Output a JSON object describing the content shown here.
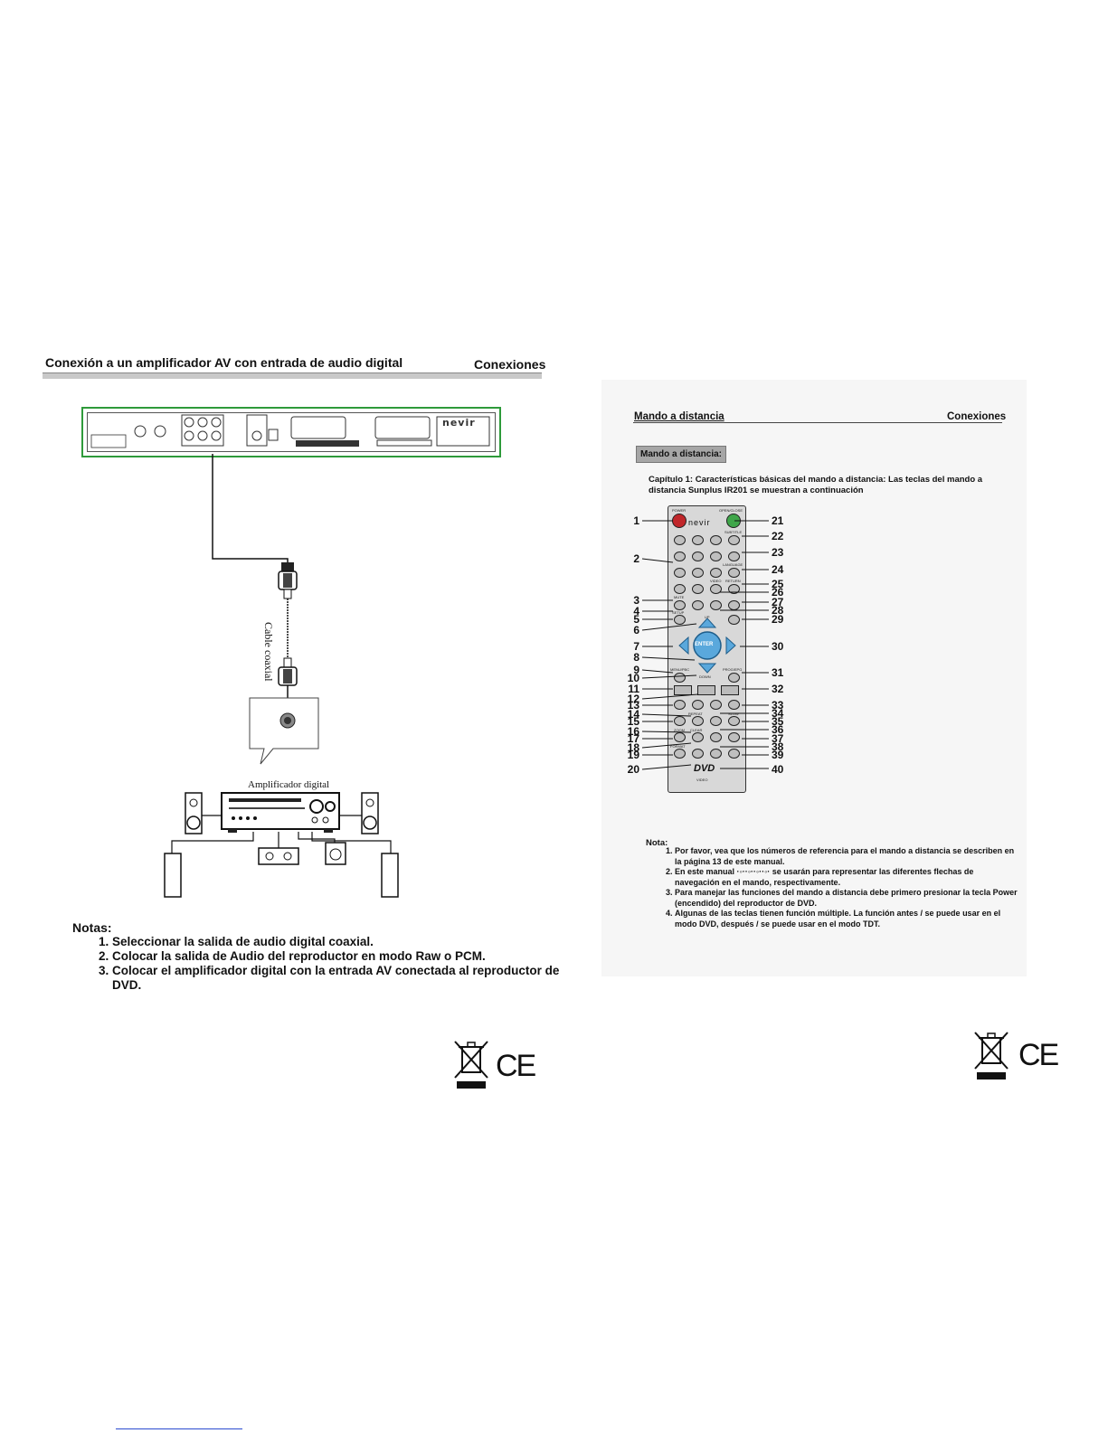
{
  "left_page": {
    "title": "Conexión a un amplificador AV con entrada de audio digital",
    "section": "Conexiones",
    "diagram": {
      "cable_label": "Cable coaxial",
      "amplifier_label": "Amplificador digital",
      "device_brand": "nevir"
    },
    "notes_title": "Notas:",
    "notes": [
      "Seleccionar la salida de audio digital coaxial.",
      "Colocar la salida de Audio del reproductor en modo Raw o PCM.",
      "Colocar el amplificador digital con la entrada AV conectada al reproductor de DVD."
    ],
    "ce_mark": "CE"
  },
  "right_page": {
    "title": "Mando a distancia",
    "section": "Conexiones",
    "badge": "Mando a distancia:",
    "chapter": "Capítulo 1: Características básicas del mando a distancia: Las teclas del mando a distancia Sunplus IR201 se muestran a continuación",
    "remote": {
      "brand": "nevir",
      "enter_label": "ENTER",
      "button_labels": {
        "power": "POWER",
        "open_close": "OPEN/CLOSE",
        "subtitle": "SUBTITLE",
        "language": "LANGUAGE",
        "return": "RETURN",
        "video": "VIDEO",
        "mute": "MUTE",
        "setup": "SETUP",
        "up": "UP",
        "menu_pbc": "MENU/PBC",
        "down": "DOWN",
        "prog": "PROG/EPG",
        "repeat": "REPEAT",
        "zoom": "ZOOM",
        "clear": "CLEAR",
        "slow": "SLOW",
        "format": "FORMAT",
        "dvd_logo": "DVD",
        "dvd_sub": "VIDEO"
      },
      "left_numbers": [
        "1",
        "2",
        "3",
        "4",
        "5",
        "6",
        "7",
        "8",
        "9",
        "10",
        "11",
        "12",
        "13",
        "14",
        "15",
        "16",
        "17",
        "18",
        "19",
        "20"
      ],
      "right_numbers": [
        "21",
        "22",
        "23",
        "24",
        "25",
        "26",
        "27",
        "28",
        "29",
        "30",
        "31",
        "32",
        "33",
        "34",
        "35",
        "36",
        "37",
        "38",
        "39",
        "40"
      ]
    },
    "nota_title": "Nota:",
    "notas": [
      "Por favor, vea que los números de referencia para el mando a distancia se describen en la página 13 de este manual.",
      "En este manual ·◦··◦··◦··◦· se usarán para representar las diferentes flechas de navegación en el mando, respectivamente.",
      "Para manejar las funciones del mando a distancia debe primero presionar la tecla Power (encendido) del reproductor de DVD.",
      "Algunas de las teclas tienen función múltiple. La función antes / se puede usar en el modo DVD, después / se puede usar en el modo TDT."
    ],
    "ce_mark": "CE"
  }
}
